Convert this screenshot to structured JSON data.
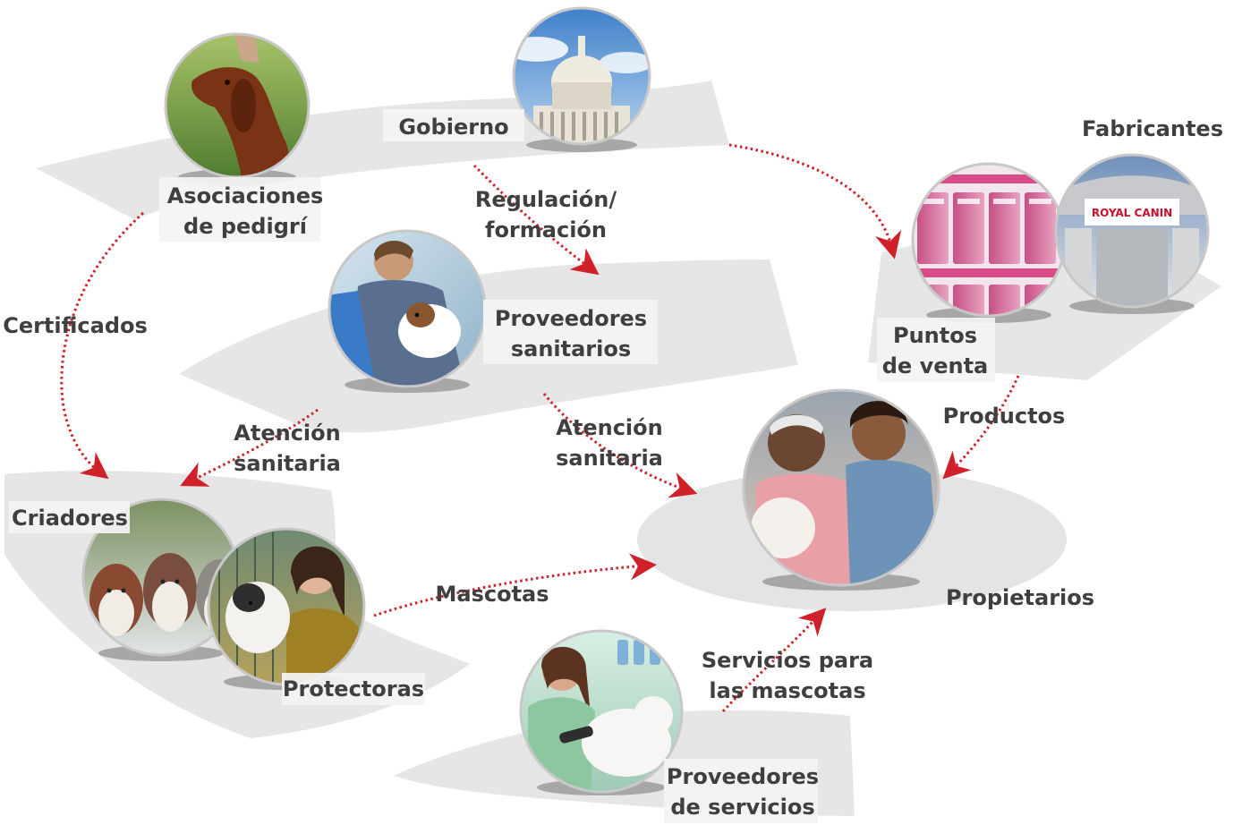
{
  "nodes": {
    "gobierno": "Gobierno",
    "asociaciones": [
      "Asociaciones",
      "de pedigrí"
    ],
    "fabricantes": "Fabricantes",
    "brand": "ROYAL CANIN",
    "puntos": [
      "Puntos",
      "de venta"
    ],
    "proveedores_sanitarios": [
      "Proveedores",
      "sanitarios"
    ],
    "criadores": "Criadores",
    "protectoras": "Protectoras",
    "propietarios": "Propietarios",
    "proveedores_servicios": [
      "Proveedores",
      "de servicios"
    ]
  },
  "flows": {
    "regulacion": [
      "Regulación/",
      "formación"
    ],
    "certificados": "Certificados",
    "atencion_left": [
      "Atención",
      "sanitaria"
    ],
    "atencion_right": [
      "Atención",
      "sanitaria"
    ],
    "productos": "Productos",
    "mascotas": "Mascotas",
    "servicios": [
      "Servicios para",
      "las mascotas"
    ]
  },
  "colors": {
    "arrow": "#d0202a",
    "plate": "#e6e6e6",
    "text": "#3f3f3f"
  }
}
